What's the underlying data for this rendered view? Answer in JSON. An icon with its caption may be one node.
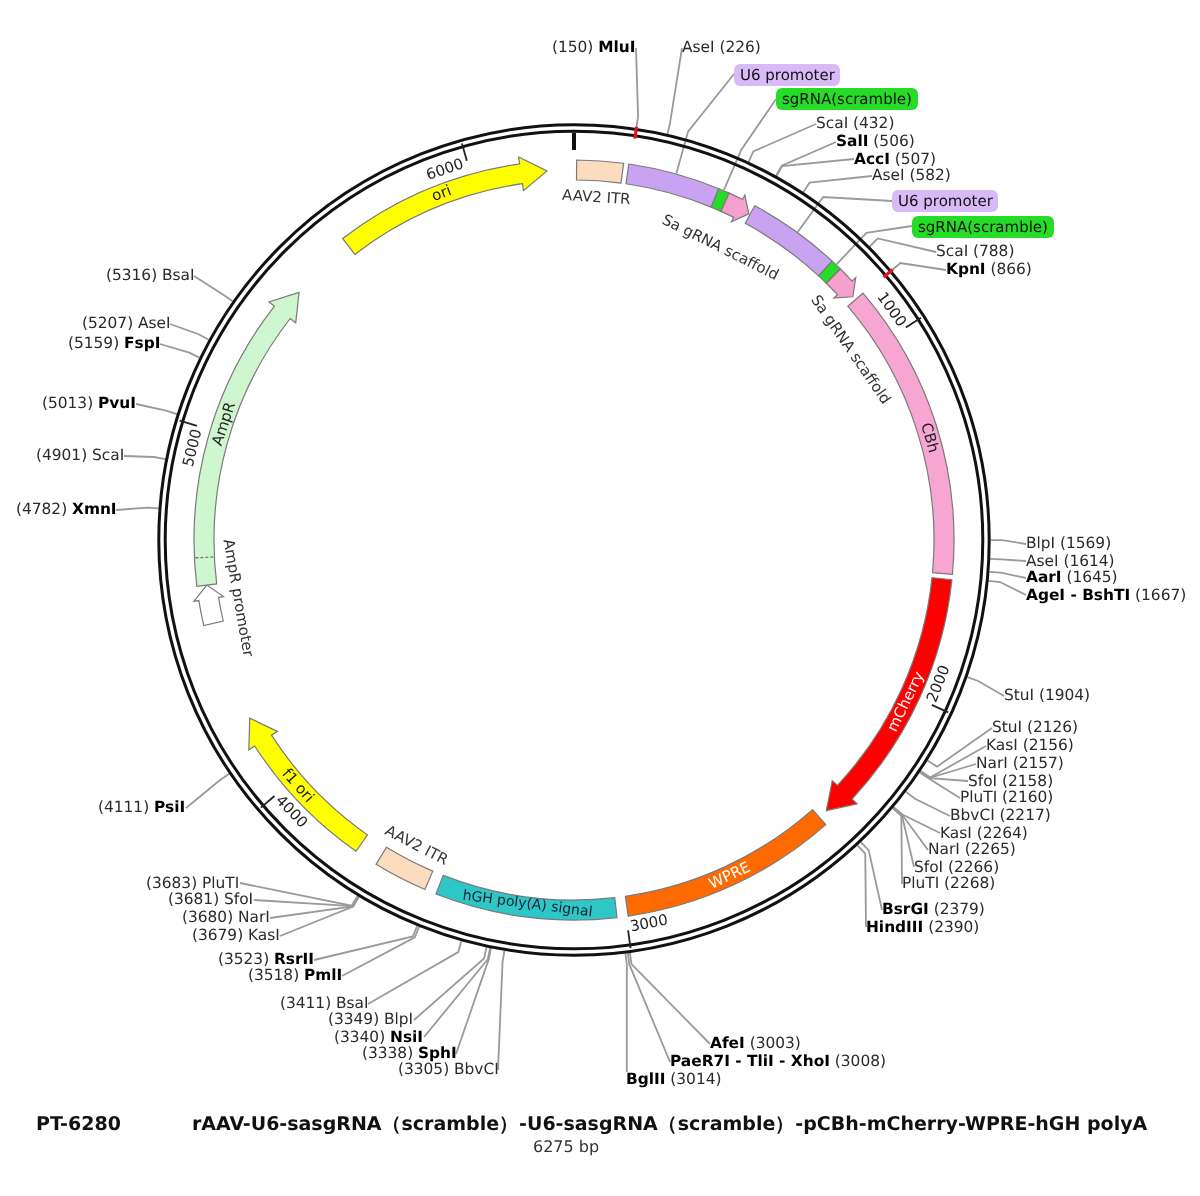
{
  "diagram": {
    "title": "rAAV-U6-sasgRNA（scramble）-U6-sasgRNA（scramble）-pCBh-mCherry-WPRE-hGH polyA",
    "caption": "6275 bp",
    "nodes": [
      {
        "text": [],
        "shape": "circle"
      },
      {
        "text": [
          "AAV2 ITR"
        ],
        "in": 0
      },
      {
        "text": [],
        "shape": "box",
        "in": 0
      },
      {
        "text": [],
        "shape": "box",
        "in": 0
      },
      {
        "text": [
          "Sa gRNA scaffold"
        ],
        "in": 0
      },
      {
        "text": [],
        "shape": "box",
        "in": 0
      },
      {
        "text": [],
        "shape": "box",
        "in": 0
      },
      {
        "text": [
          "Sa gRNA scaffold"
        ],
        "in": 0
      },
      {
        "text": [
          "CBh"
        ],
        "in": 0
      },
      {
        "text": [
          "mCherry"
        ],
        "in": 0
      },
      {
        "text": [
          "WPRE"
        ],
        "in": 0
      },
      {
        "text": [
          "hGH poly(A) signal"
        ],
        "in": 0
      },
      {
        "text": [
          "AAV2 ITR"
        ],
        "in": 0
      },
      {
        "text": [
          "f1 ori"
        ],
        "in": 0
      },
      {
        "text": [
          "AmpR promoter"
        ],
        "in": 0
      },
      {
        "text": [
          "AmpR"
        ],
        "in": 0
      },
      {
        "text": [
          "ori"
        ],
        "in": 0
      },
      {
        "text": [
          "U6 promoter"
        ]
      },
      {
        "text": [
          "sgRNA(scramble)"
        ]
      },
      {
        "text": [
          "U6 promoter"
        ]
      },
      {
        "text": [
          "sgRNA(scramble)"
        ]
      },
      {
        "text": [
          "(150) **MluI**"
        ]
      },
      {
        "text": [
          "AseI (226)"
        ]
      },
      {
        "text": [
          "ScaI (432)"
        ]
      },
      {
        "text": [
          "**SalI** (506)"
        ]
      },
      {
        "text": [
          "**AccI** (507)"
        ]
      },
      {
        "text": [
          "AseI (582)"
        ]
      },
      {
        "text": [
          "ScaI (788)"
        ]
      },
      {
        "text": [
          "**KpnI** (866)"
        ]
      },
      {
        "text": [
          "BlpI (1569)"
        ]
      },
      {
        "text": [
          "AseI (1614)"
        ]
      },
      {
        "text": [
          "**AarI** (1645)"
        ]
      },
      {
        "text": [
          "**AgeI - BshTI** (1667)"
        ]
      },
      {
        "text": [
          "StuI (1904)"
        ]
      },
      {
        "text": [
          "StuI (2126)"
        ]
      },
      {
        "text": [
          "KasI (2156)"
        ]
      },
      {
        "text": [
          "NarI (2157)"
        ]
      },
      {
        "text": [
          "SfoI (2158)"
        ]
      },
      {
        "text": [
          "PluTI (2160)"
        ]
      },
      {
        "text": [
          "BbvCI (2217)"
        ]
      },
      {
        "text": [
          "KasI (2264)"
        ]
      },
      {
        "text": [
          "NarI (2265)"
        ]
      },
      {
        "text": [
          "SfoI (2266)"
        ]
      },
      {
        "text": [
          "PluTI (2268)"
        ]
      },
      {
        "text": [
          "**BsrGI** (2379)"
        ]
      },
      {
        "text": [
          "**HindIII** (2390)"
        ]
      },
      {
        "text": [
          "**AfeI** (3003)"
        ]
      },
      {
        "text": [
          "**PaeR7I - TliI - XhoI** (3008)"
        ]
      },
      {
        "text": [
          "**BglII** (3014)"
        ]
      },
      {
        "text": [
          "(3305) BbvCI"
        ]
      },
      {
        "text": [
          "(3338) **SphI**"
        ]
      },
      {
        "text": [
          "(3340) **NsiI**"
        ]
      },
      {
        "text": [
          "(3349) BlpI"
        ]
      },
      {
        "text": [
          "(3411) BsaI"
        ]
      },
      {
        "text": [
          "(3518) **PmlI**"
        ]
      },
      {
        "text": [
          "(3523) **RsrII**"
        ]
      },
      {
        "text": [
          "(3679) KasI"
        ]
      },
      {
        "text": [
          "(3680) NarI"
        ]
      },
      {
        "text": [
          "(3681) SfoI"
        ]
      },
      {
        "text": [
          "(3683) PluTI"
        ]
      },
      {
        "text": [
          "(4111) **PsiI**"
        ]
      },
      {
        "text": [
          "(4782) **XmnI**"
        ]
      },
      {
        "text": [
          "(4901) ScaI"
        ]
      },
      {
        "text": [
          "(5013) **PvuI**"
        ]
      },
      {
        "text": [
          "(5159) **FspI**"
        ]
      },
      {
        "text": [
          "(5207) AseI"
        ]
      },
      {
        "text": [
          "(5316) BsaI"
        ]
      }
    ],
    "edges": [
      {
        "from": 17,
        "to": 2,
        "arrow": "none"
      },
      {
        "from": 18,
        "to": 3,
        "arrow": "none"
      },
      {
        "from": 19,
        "to": 5,
        "arrow": "none"
      },
      {
        "from": 20,
        "to": 6,
        "arrow": "none"
      },
      {
        "from": 21,
        "to": 0,
        "arrow": "none"
      },
      {
        "from": 22,
        "to": 0,
        "arrow": "none"
      },
      {
        "from": 23,
        "to": 0,
        "arrow": "none"
      },
      {
        "from": 24,
        "to": 0,
        "arrow": "none"
      },
      {
        "from": 25,
        "to": 0,
        "arrow": "none"
      },
      {
        "from": 26,
        "to": 0,
        "arrow": "none"
      },
      {
        "from": 27,
        "to": 0,
        "arrow": "none"
      },
      {
        "from": 28,
        "to": 0,
        "arrow": "none"
      },
      {
        "from": 29,
        "to": 0,
        "arrow": "none"
      },
      {
        "from": 30,
        "to": 0,
        "arrow": "none"
      },
      {
        "from": 31,
        "to": 0,
        "arrow": "none"
      },
      {
        "from": 32,
        "to": 0,
        "arrow": "none"
      },
      {
        "from": 33,
        "to": 0,
        "arrow": "none"
      },
      {
        "from": 34,
        "to": 0,
        "arrow": "none"
      },
      {
        "from": 35,
        "to": 0,
        "arrow": "none"
      },
      {
        "from": 36,
        "to": 0,
        "arrow": "none"
      },
      {
        "from": 37,
        "to": 0,
        "arrow": "none"
      },
      {
        "from": 38,
        "to": 0,
        "arrow": "none"
      },
      {
        "from": 39,
        "to": 0,
        "arrow": "none"
      },
      {
        "from": 40,
        "to": 0,
        "arrow": "none"
      },
      {
        "from": 41,
        "to": 0,
        "arrow": "none"
      },
      {
        "from": 42,
        "to": 0,
        "arrow": "none"
      },
      {
        "from": 43,
        "to": 0,
        "arrow": "none"
      },
      {
        "from": 44,
        "to": 0,
        "arrow": "none"
      },
      {
        "from": 45,
        "to": 0,
        "arrow": "none"
      },
      {
        "from": 46,
        "to": 0,
        "arrow": "none"
      },
      {
        "from": 47,
        "to": 0,
        "arrow": "none"
      },
      {
        "from": 48,
        "to": 0,
        "arrow": "none"
      },
      {
        "from": 49,
        "to": 0,
        "arrow": "none"
      },
      {
        "from": 50,
        "to": 0,
        "arrow": "none"
      },
      {
        "from": 51,
        "to": 0,
        "arrow": "none"
      },
      {
        "from": 52,
        "to": 0,
        "arrow": "none"
      },
      {
        "from": 53,
        "to": 0,
        "arrow": "none"
      },
      {
        "from": 54,
        "to": 0,
        "arrow": "none"
      },
      {
        "from": 55,
        "to": 0,
        "arrow": "none"
      },
      {
        "from": 56,
        "to": 0,
        "arrow": "none"
      },
      {
        "from": 57,
        "to": 0,
        "arrow": "none"
      },
      {
        "from": 58,
        "to": 0,
        "arrow": "none"
      },
      {
        "from": 59,
        "to": 0,
        "arrow": "none"
      },
      {
        "from": 60,
        "to": 0,
        "arrow": "none"
      },
      {
        "from": 61,
        "to": 0,
        "arrow": "none"
      },
      {
        "from": 62,
        "to": 0,
        "arrow": "none"
      },
      {
        "from": 63,
        "to": 0,
        "arrow": "none"
      },
      {
        "from": 64,
        "to": 0,
        "arrow": "none"
      },
      {
        "from": 65,
        "to": 0,
        "arrow": "none"
      },
      {
        "from": 66,
        "to": 0,
        "arrow": "none"
      }
    ],
    "labels": [
      "1000",
      "2000",
      "3000",
      "4000",
      "5000",
      "6000",
      "PT-6280"
    ]
  }
}
